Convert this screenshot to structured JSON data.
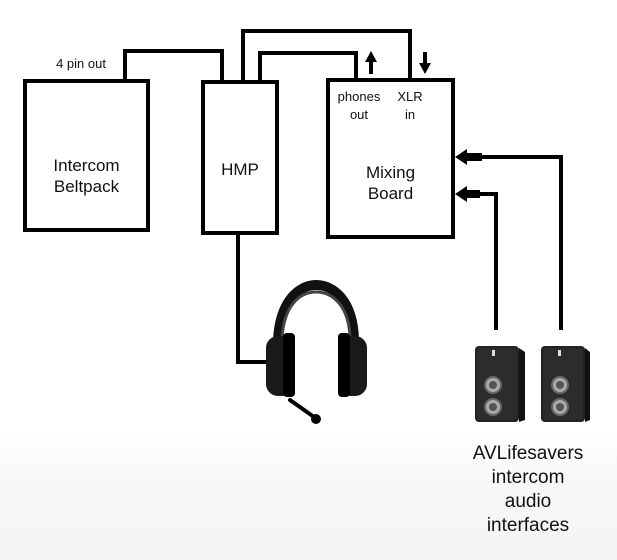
{
  "diagram": {
    "blocks": {
      "beltpack": {
        "line1": "Intercom",
        "line2": "Beltpack"
      },
      "hmp": {
        "label": "HMP"
      },
      "mixer": {
        "line1": "Mixing",
        "line2": "Board"
      }
    },
    "port_labels": {
      "pin_out": "4 pin out",
      "phones_line1": "phones",
      "phones_line2": "out",
      "xlr_line1": "XLR",
      "xlr_line2": "in"
    },
    "caption": {
      "line1": "AVLifesavers",
      "line2": "intercom",
      "line3": "audio",
      "line4": "interfaces"
    },
    "icons": [
      "headset-icon",
      "audio-interface-device-icon",
      "arrow-up-icon",
      "arrow-down-icon",
      "arrow-left-icon"
    ]
  }
}
